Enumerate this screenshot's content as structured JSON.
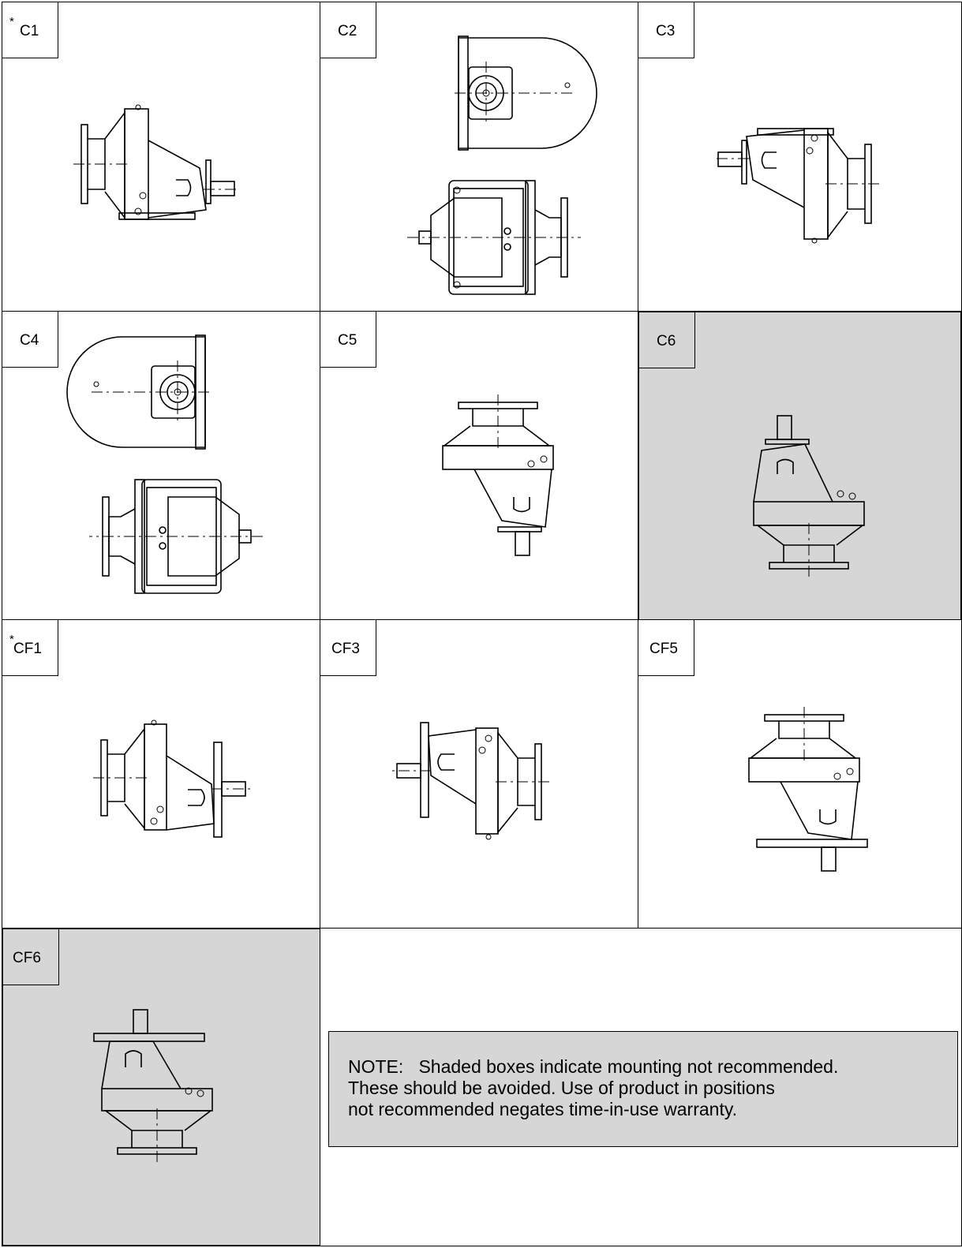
{
  "cells": [
    {
      "id": "C1",
      "asterisk": "*"
    },
    {
      "id": "C2"
    },
    {
      "id": "C3"
    },
    {
      "id": "C4"
    },
    {
      "id": "C5"
    },
    {
      "id": "C6",
      "shaded": true
    },
    {
      "id": "CF1",
      "asterisk": "*"
    },
    {
      "id": "CF3"
    },
    {
      "id": "CF5"
    },
    {
      "id": "CF6",
      "shaded": true
    }
  ],
  "note": {
    "line1": "NOTE:   Shaded boxes indicate mounting not recommended.",
    "line2": "These should be avoided. Use of product in positions",
    "line3": "not recommended negates time-in-use warranty."
  },
  "colors": {
    "shade": "#d6d6d6",
    "line": "#000000"
  }
}
